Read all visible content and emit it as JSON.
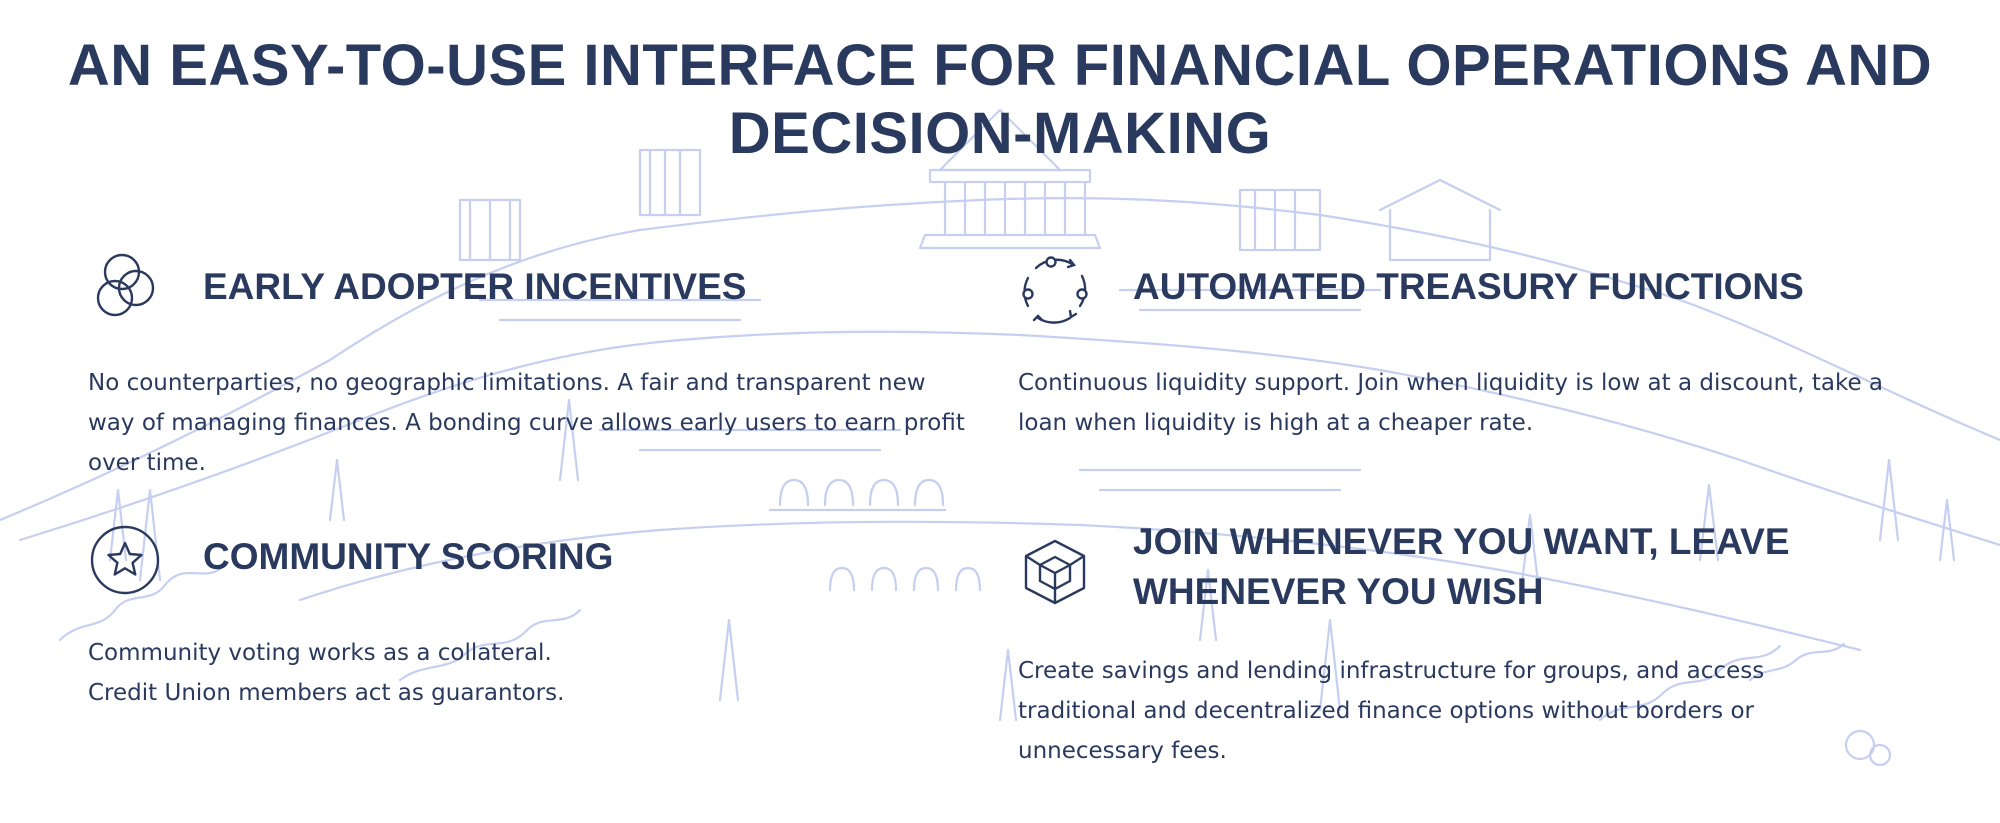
{
  "page": {
    "title": "AN EASY-TO-USE INTERFACE FOR FINANCIAL OPERATIONS AND DECISION-MAKING"
  },
  "features": [
    {
      "icon": "circles-icon",
      "title": "EARLY ADOPTER INCENTIVES",
      "text": "No counterparties, no geographic limitations. A fair and transparent new way of managing finances. A bonding curve allows early users to earn profit over time."
    },
    {
      "icon": "cycle-arrows-icon",
      "title": "AUTOMATED TREASURY FUNCTIONS",
      "text": "Continuous liquidity support. Join when liquidity is low at a discount, take a loan when liquidity is high at a cheaper rate."
    },
    {
      "icon": "star-circle-icon",
      "title": "COMMUNITY SCORING",
      "text": "Community voting works as a collateral.\nCredit Union members act as guarantors."
    },
    {
      "icon": "cube-icon",
      "title": "JOIN WHENEVER YOU WANT, LEAVE WHENEVER YOU WISH",
      "text": "Create savings and lending infrastructure for groups, and access traditional and decentralized finance options without borders or unnecessary fees."
    }
  ],
  "colors": {
    "text": "#2a3a5e",
    "sketch": "#c3cdf0",
    "background": "#ffffff"
  }
}
